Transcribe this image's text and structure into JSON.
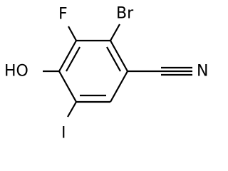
{
  "molecule": {
    "atoms": {
      "bromine": "Br",
      "fluorine": "F",
      "hydroxyl": "HO",
      "nitrogen": "N",
      "iodine": "I"
    },
    "colors": {
      "bond": "#000000",
      "label": "#000000",
      "background": "#ffffff"
    }
  }
}
